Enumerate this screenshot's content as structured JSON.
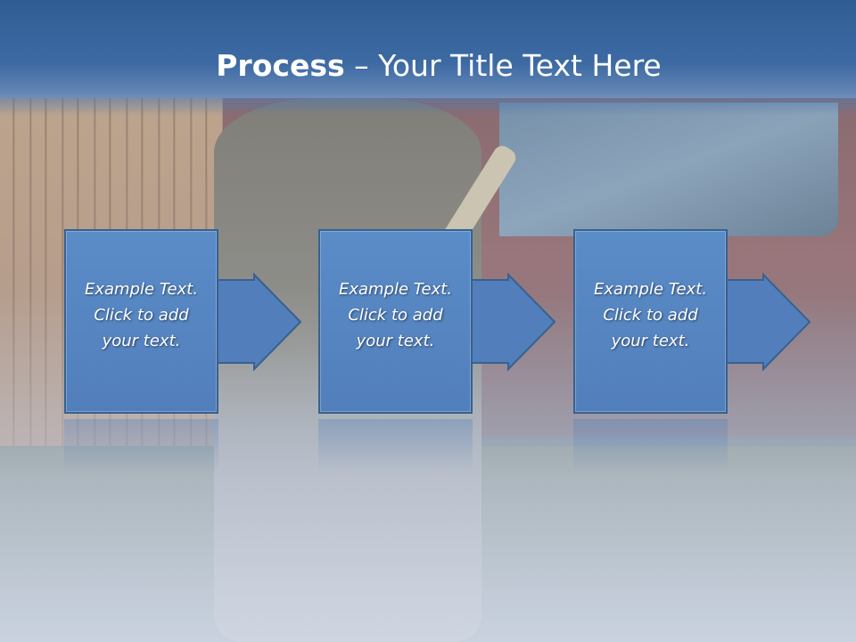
{
  "slide": {
    "title": {
      "bold": "Process",
      "rest": " – Your Title Text Here"
    },
    "steps": [
      {
        "line1": "Example Text.",
        "line2": "Click  to add",
        "line3": "your text."
      },
      {
        "line1": "Example Text.",
        "line2": "Click  to add",
        "line3": "your text."
      },
      {
        "line1": "Example Text.",
        "line2": "Click  to add",
        "line3": "your text."
      }
    ]
  },
  "colors": {
    "title_band": "#2f5d93",
    "box_fill": "#527fbb",
    "box_border": "#37618f",
    "text": "#ffffff"
  }
}
